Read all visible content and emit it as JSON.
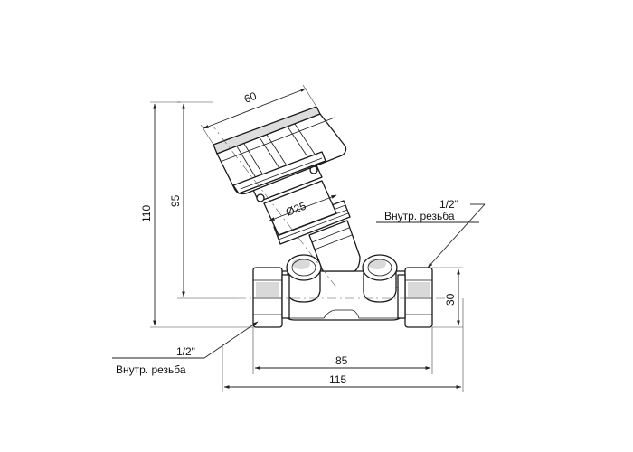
{
  "dimensions": {
    "handle_width": "60",
    "stem_diameter": "Ø25",
    "overall_height": "110",
    "axis_height": "95",
    "pipe_height": "30",
    "inner_length": "85",
    "overall_length": "115"
  },
  "callouts": {
    "right_thread_size": "1/2\"",
    "right_thread_type": "Внутр. резьба",
    "left_thread_size": "1/2\"",
    "left_thread_type": "Внутр. резьба"
  },
  "colors": {
    "line": "#1a1a1a",
    "background": "#ffffff",
    "shade": "#d9d9d9"
  }
}
